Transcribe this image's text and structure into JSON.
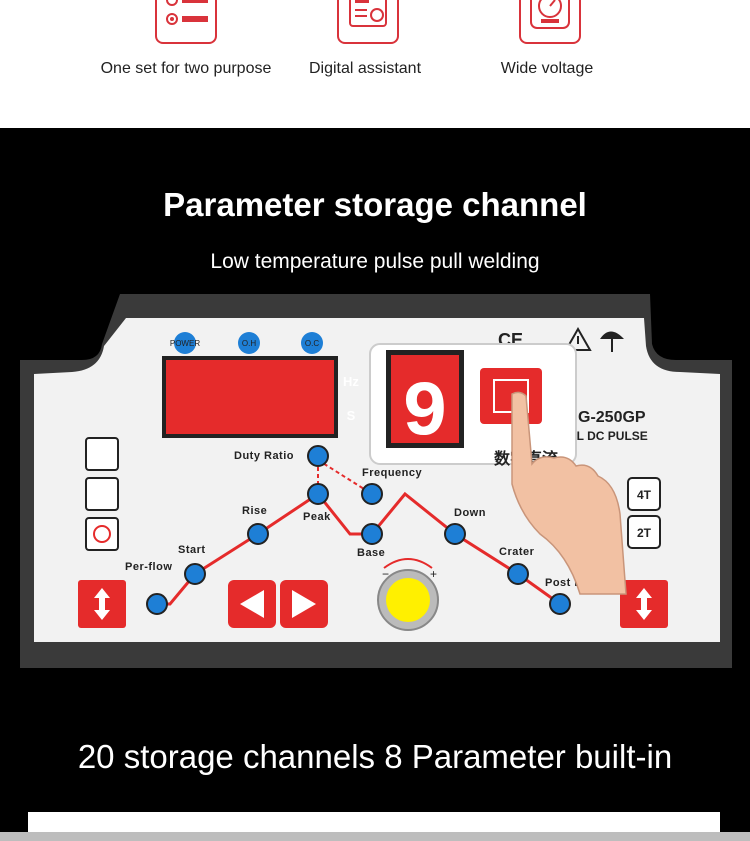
{
  "features": [
    {
      "label": "One set for two purpose",
      "icon": "toggle-switch-icon"
    },
    {
      "label": "Digital assistant",
      "icon": "panel-display-icon"
    },
    {
      "label": "Wide voltage",
      "icon": "gauge-icon"
    }
  ],
  "section": {
    "title": "Parameter storage channel",
    "subtitle": "Low temperature pulse pull welding",
    "footer_heading": "20 storage channels 8 Parameter built-in"
  },
  "panel": {
    "indicators": [
      "POWER",
      "O.H",
      "O.C"
    ],
    "units": [
      "Hz",
      "S"
    ],
    "channel_digit": "9",
    "model": "G-250GP",
    "model_sub": "AL DC PULSE",
    "chinese_text": "数字直流",
    "mode_buttons": [
      "4T",
      "2T"
    ],
    "params": {
      "duty_ratio": "Duty Ratio",
      "frequency": "Frequency",
      "rise": "Rise",
      "peak": "Peak",
      "start": "Start",
      "per_flow": "Per-flow",
      "base": "Base",
      "down": "Down",
      "crater": "Crater",
      "post_flow": "Post Flow"
    },
    "knob_minus": "−",
    "knob_plus": "+"
  },
  "colors": {
    "accent_red": "#e52b2b",
    "led_blue": "#1e7fd6",
    "panel_bg": "#f2f2f2"
  }
}
